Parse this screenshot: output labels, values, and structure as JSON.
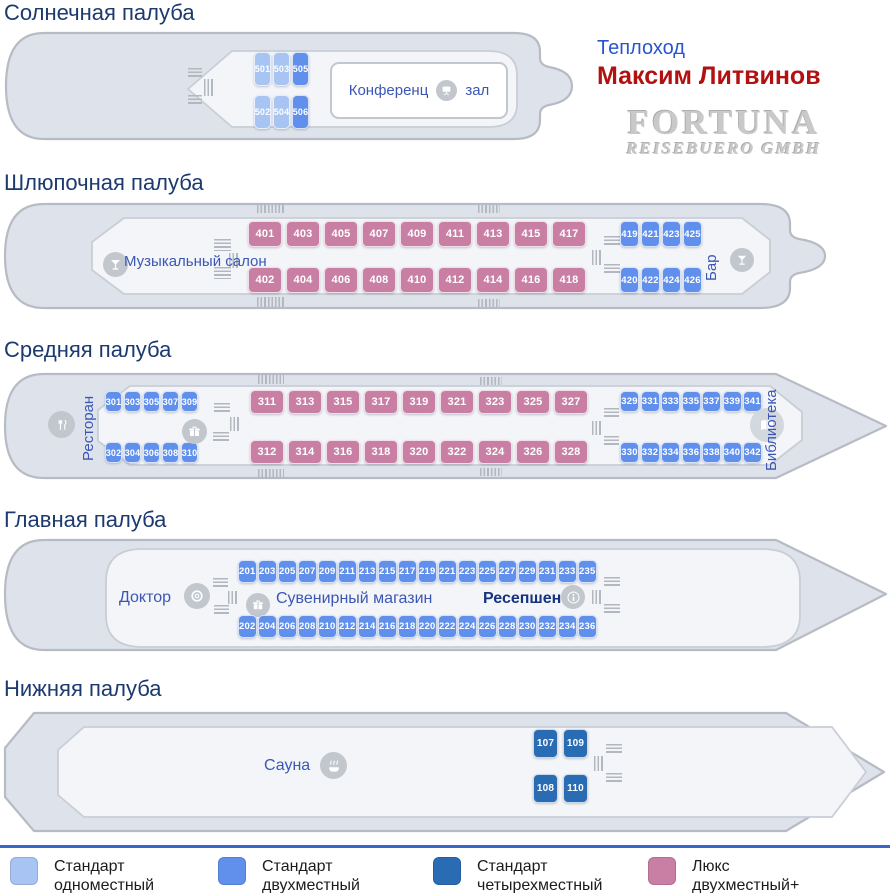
{
  "header": {
    "vessel_type": "Теплоход",
    "vessel_name": "Максим Литвинов",
    "logo_title": "FORTUNA",
    "logo_subtitle": "REISEBUERO GMBH"
  },
  "colors": {
    "s1": "#a7c4f2",
    "s2": "#6090ec",
    "s4": "#2a6cb4",
    "lux": "#c97ea4",
    "accent_rule": "#3b66c9",
    "title": "#1c3a6e",
    "facility": "#3b57b5",
    "vessel_type": "#2b55cd",
    "vessel_name": "#b21111",
    "reception": "#16337f"
  },
  "decks": [
    {
      "title": "Солнечная палуба",
      "conference_left": "Конференц",
      "conference_right": "зал",
      "groups": [
        {
          "type": "s1",
          "numbers": [
            "501",
            "503"
          ]
        },
        {
          "type": "s2",
          "numbers": [
            "505"
          ]
        },
        {
          "type": "s1",
          "numbers": [
            "502",
            "504"
          ]
        },
        {
          "type": "s2",
          "numbers": [
            "506"
          ]
        }
      ]
    },
    {
      "title": "Шлюпочная палуба",
      "music_salon": "Музыкальный салон",
      "bar": "Бар",
      "groups": [
        {
          "type": "lux",
          "numbers": [
            "401",
            "403",
            "405",
            "407",
            "409",
            "411",
            "413",
            "415",
            "417"
          ]
        },
        {
          "type": "lux",
          "numbers": [
            "402",
            "404",
            "406",
            "408",
            "410",
            "412",
            "414",
            "416",
            "418"
          ]
        },
        {
          "type": "s2",
          "numbers": [
            "419",
            "421",
            "423",
            "425"
          ]
        },
        {
          "type": "s2",
          "numbers": [
            "420",
            "422",
            "424",
            "426"
          ]
        }
      ]
    },
    {
      "title": "Средняя палуба",
      "restaurant": "Ресторан",
      "library": "Библиотека",
      "groups": [
        {
          "type": "s2",
          "numbers": [
            "301",
            "303",
            "305",
            "307",
            "309"
          ]
        },
        {
          "type": "s2",
          "numbers": [
            "302",
            "304",
            "306",
            "308",
            "310"
          ]
        },
        {
          "type": "lux",
          "numbers": [
            "311",
            "313",
            "315",
            "317",
            "319",
            "321",
            "323",
            "325",
            "327"
          ]
        },
        {
          "type": "lux",
          "numbers": [
            "312",
            "314",
            "316",
            "318",
            "320",
            "322",
            "324",
            "326",
            "328"
          ]
        },
        {
          "type": "s2",
          "numbers": [
            "329",
            "331",
            "333",
            "335",
            "337",
            "339",
            "341"
          ]
        },
        {
          "type": "s2",
          "numbers": [
            "330",
            "332",
            "334",
            "336",
            "338",
            "340",
            "342"
          ]
        }
      ]
    },
    {
      "title": "Главная палуба",
      "doctor": "Доктор",
      "souvenir": "Сувенирный магазин",
      "reception": "Ресепшен",
      "groups": [
        {
          "type": "s2",
          "numbers": [
            "201",
            "203",
            "205",
            "207",
            "209",
            "211",
            "213",
            "215",
            "217",
            "219",
            "221",
            "223",
            "225",
            "227",
            "229",
            "231",
            "233",
            "235"
          ]
        },
        {
          "type": "s2",
          "numbers": [
            "202",
            "204",
            "206",
            "208",
            "210",
            "212",
            "214",
            "216",
            "218",
            "220",
            "222",
            "224",
            "226",
            "228",
            "230",
            "232",
            "234",
            "236"
          ]
        }
      ]
    },
    {
      "title": "Нижняя палуба",
      "sauna": "Сауна",
      "groups": [
        {
          "type": "s4",
          "numbers": [
            "107",
            "109"
          ]
        },
        {
          "type": "s4",
          "numbers": [
            "108",
            "110"
          ]
        }
      ]
    }
  ],
  "legend": {
    "items": [
      {
        "swatch": "s1",
        "line1": "Стандарт",
        "line2": "одноместный"
      },
      {
        "swatch": "s2",
        "line1": "Стандарт",
        "line2": "двухместный"
      },
      {
        "swatch": "s4",
        "line1": "Стандарт",
        "line2": "четырехместный"
      },
      {
        "swatch": "lux",
        "line1": "Люкс",
        "line2": "двухместный+"
      }
    ]
  }
}
